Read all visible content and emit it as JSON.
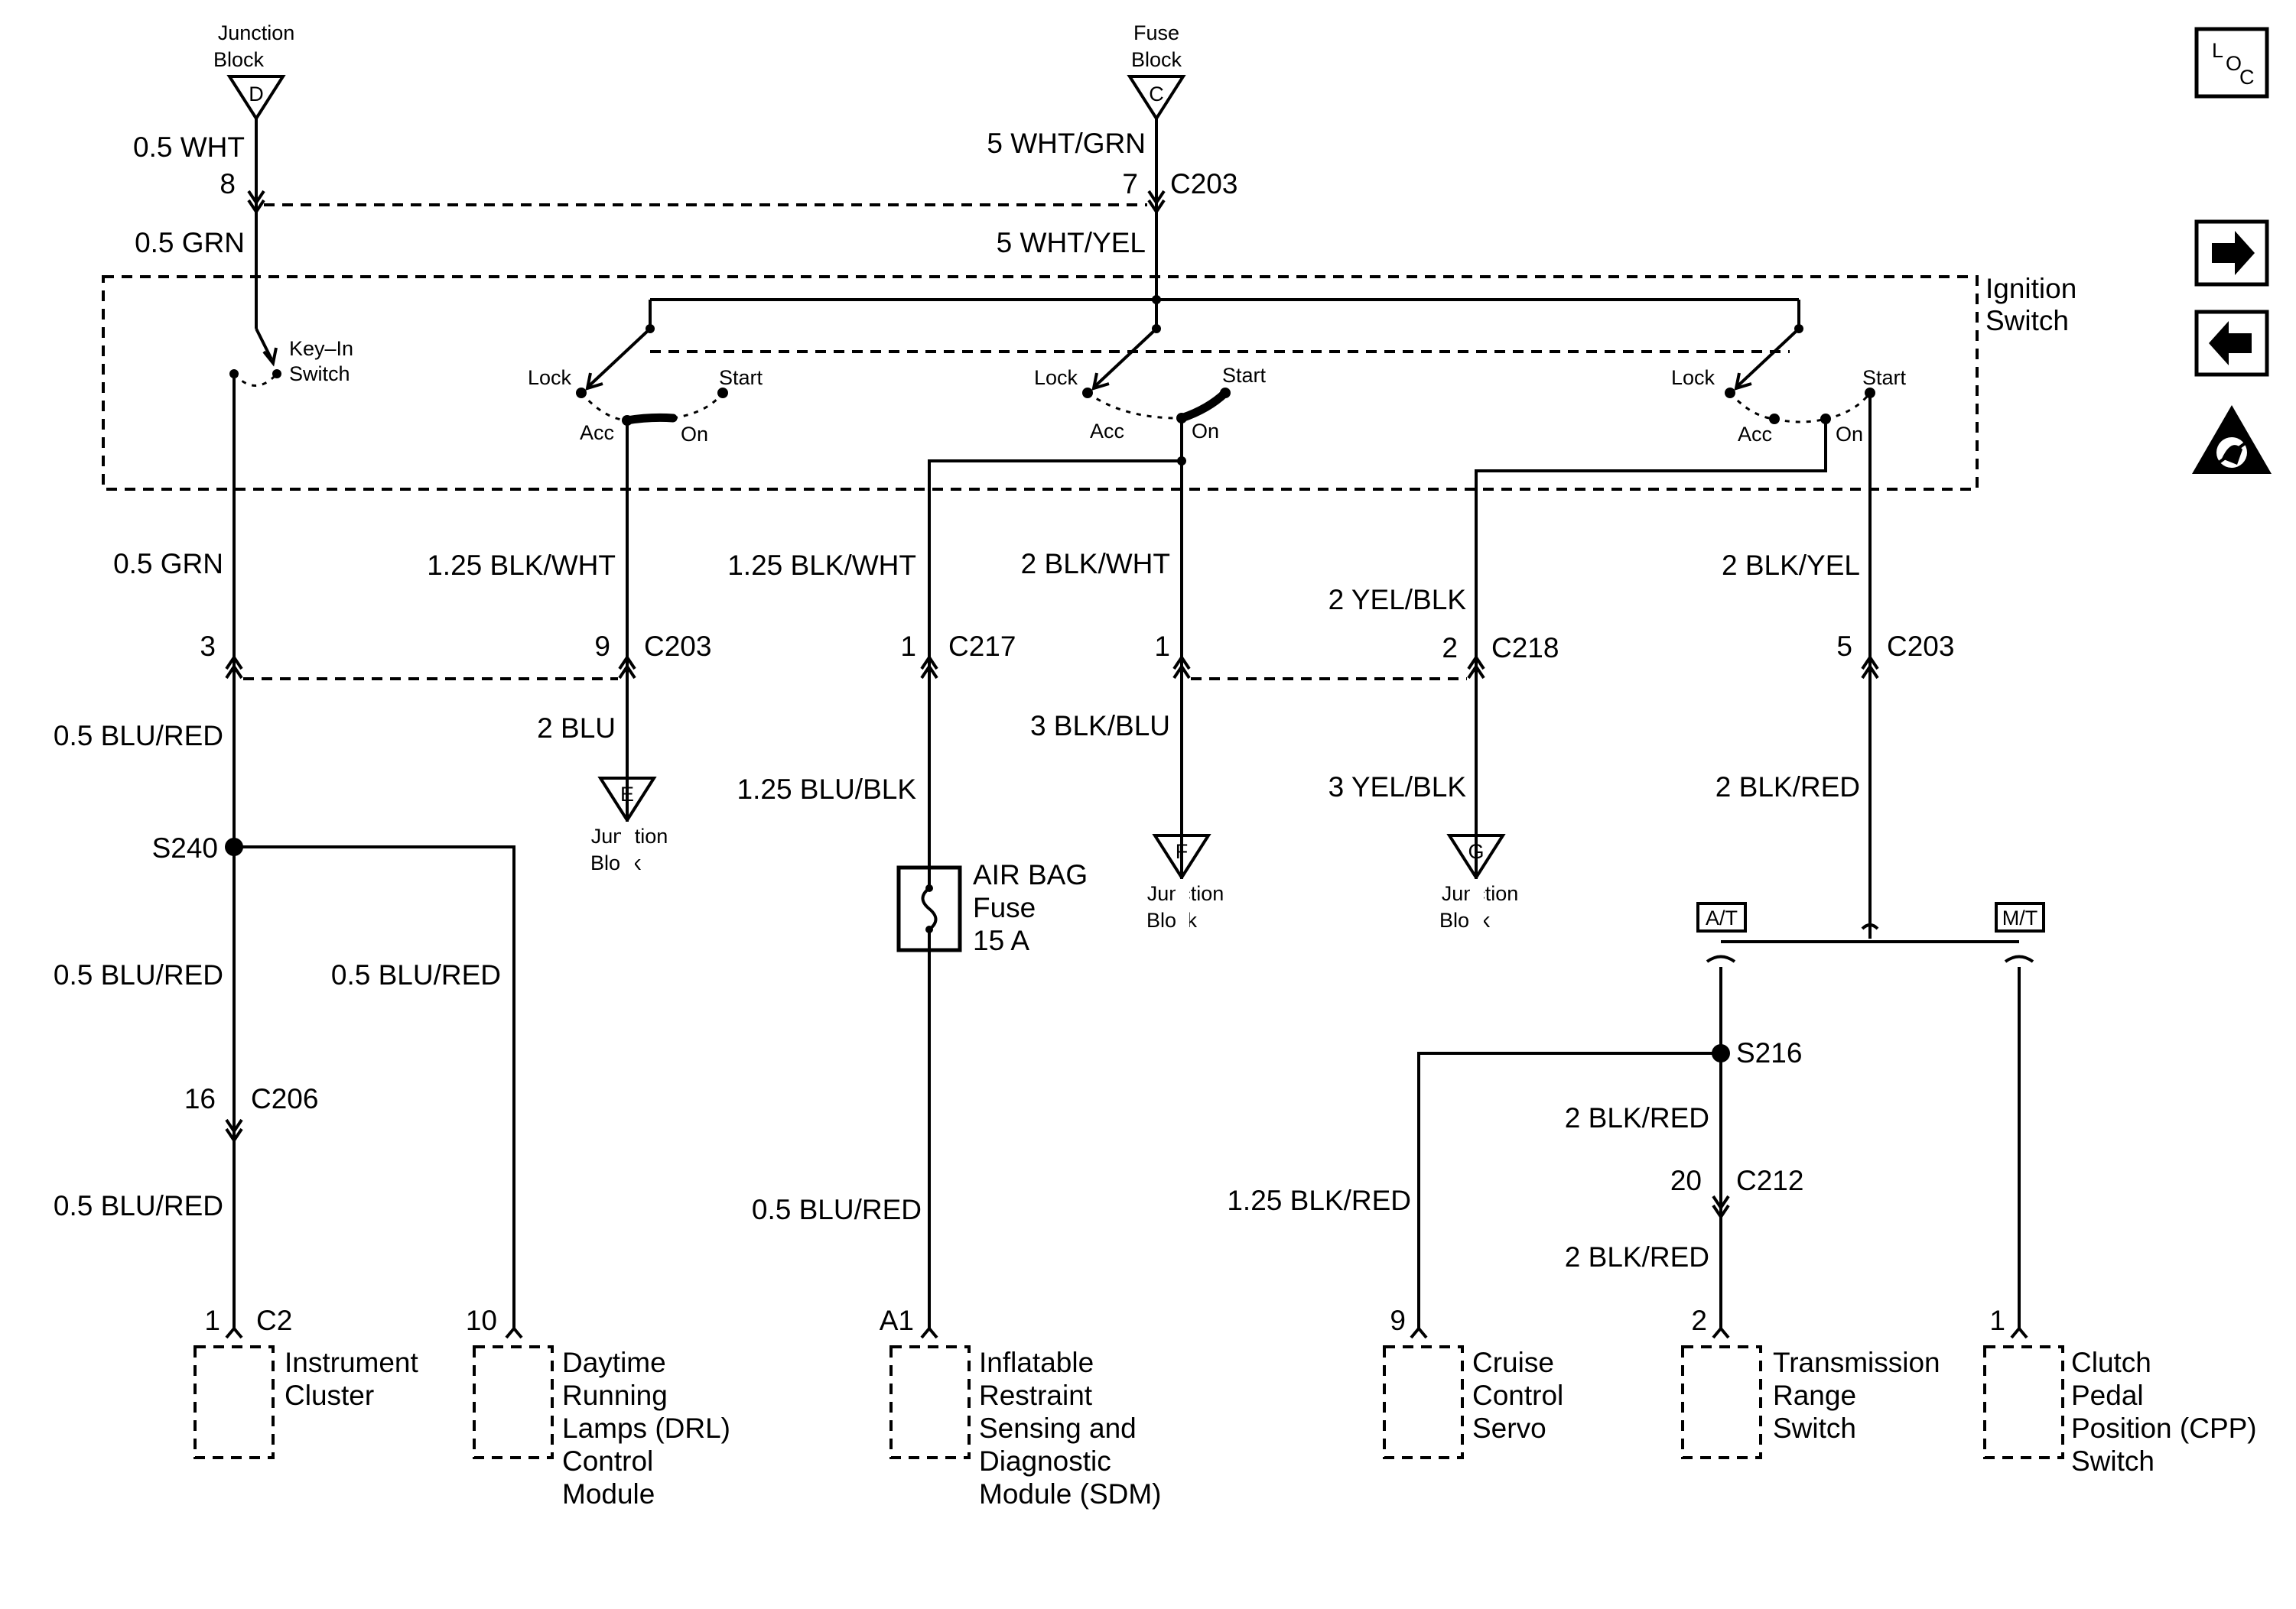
{
  "top": {
    "junction_block_label": [
      "Junction",
      "Block"
    ],
    "junction_block_letter": "D",
    "fuse_block_label": [
      "Fuse",
      "Block"
    ],
    "fuse_block_letter": "C",
    "left_wire_upper": "0.5 WHT",
    "left_pin": "8",
    "left_wire_lower": "0.5 GRN",
    "mid_wire_upper": "5 WHT/GRN",
    "mid_pin": "7",
    "connector_top": "C203",
    "mid_wire_lower": "5 WHT/YEL"
  },
  "ignition": {
    "title": [
      "Ignition",
      "Switch"
    ],
    "keyin": [
      "Key–In",
      "Switch"
    ],
    "lock": "Lock",
    "start": "Start",
    "acc": "Acc",
    "on": "On"
  },
  "wires": {
    "w1": "0.5 GRN",
    "w2": "1.25 BLK/WHT",
    "w3": "1.25 BLK/WHT",
    "w4": "2 BLK/WHT",
    "w5": "2 YEL/BLK",
    "w6": "2 BLK/YEL"
  },
  "connectors": {
    "p3": "3",
    "p9": "9",
    "c203a": "C203",
    "p1a": "1",
    "c217": "C217",
    "p1b": "1",
    "p2": "2",
    "c218": "C218",
    "p5": "5",
    "c203b": "C203"
  },
  "lower": {
    "blu_red_1": "0.5 BLU/RED",
    "blu_2": "2 BLU",
    "junction_e": "E",
    "blu_blk": "1.25 BLU/BLK",
    "blk_blu": "3 BLK/BLU",
    "junction_f": "F",
    "yel_blk": "3 YEL/BLK",
    "junction_g": "G",
    "blk_red_1": "2 BLK/RED",
    "junction_block": [
      "Junction",
      "Block"
    ],
    "s240": "S240",
    "blu_red_2": "0.5 BLU/RED",
    "blu_red_3": "0.5 BLU/RED",
    "pin16": "16",
    "c206": "C206",
    "blu_red_4": "0.5 BLU/RED",
    "air_bag_fuse": [
      "AIR BAG",
      "Fuse",
      "15 A"
    ],
    "blu_red_5": "0.5 BLU/RED",
    "at": "A/T",
    "mt": "M/T",
    "s216": "S216",
    "blk_red_2": "2 BLK/RED",
    "pin20": "20",
    "c212": "C212",
    "blk_red_3": "2 BLK/RED",
    "blk_red_125": "1.25 BLK/RED"
  },
  "components": {
    "ic_pin": "1",
    "ic_conn": "C2",
    "ic_name": [
      "Instrument",
      "Cluster"
    ],
    "drl_pin": "10",
    "drl_name": [
      "Daytime",
      "Running",
      "Lamps (DRL)",
      "Control",
      "Module"
    ],
    "sdm_pin": "A1",
    "sdm_name": [
      "Inflatable",
      "Restraint",
      "Sensing and",
      "Diagnostic",
      "Module (SDM)"
    ],
    "cruise_pin": "9",
    "cruise_name": [
      "Cruise",
      "Control",
      "Servo"
    ],
    "trs_pin": "2",
    "trs_name": [
      "Transmission",
      "Range",
      "Switch"
    ],
    "cpp_pin": "1",
    "cpp_name": [
      "Clutch",
      "Pedal",
      "Position (CPP)",
      "Switch"
    ]
  },
  "icons": {
    "loc_letters": [
      "L",
      "O",
      "C"
    ],
    "next": "arrow-right-icon",
    "prev": "arrow-left-icon",
    "esd": "esd-warning-icon"
  }
}
